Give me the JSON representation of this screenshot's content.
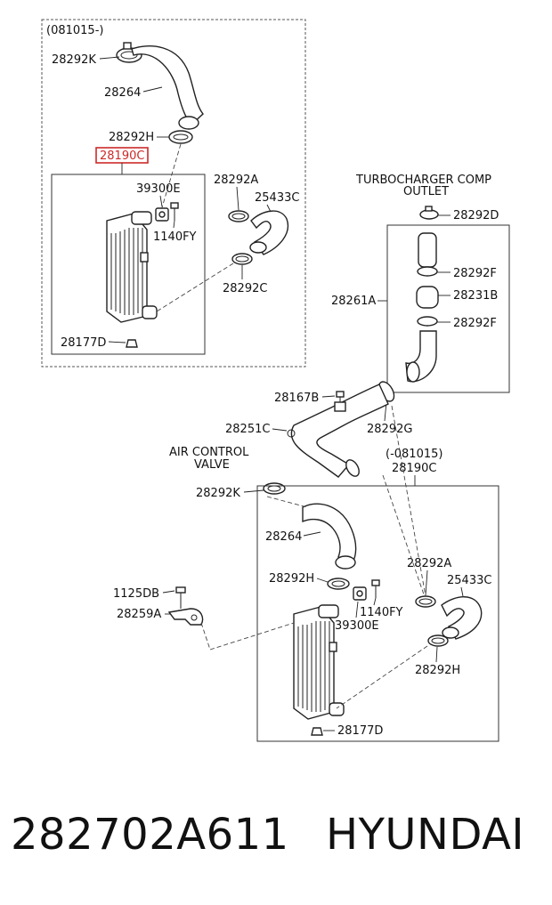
{
  "labels": {
    "range_new": "(081015-)",
    "range_old": "(-081015)",
    "p28292K_a": "28292K",
    "p28264_a": "28264",
    "p28292H_a": "28292H",
    "p28190C_hl": "28190C",
    "p39300E_a": "39300E",
    "p1140FY_a": "1140FY",
    "p28292A_a": "28292A",
    "p25433C_a": "25433C",
    "p28292C": "28292C",
    "p28177D_a": "28177D",
    "turbo_line1": "TURBOCHARGER COMP",
    "turbo_line2": "OUTLET",
    "p28292D": "28292D",
    "p28292F_a": "28292F",
    "p28231B": "28231B",
    "p28292F_b": "28292F",
    "p28261A": "28261A",
    "p28167B": "28167B",
    "p28251C": "28251C",
    "p28292G": "28292G",
    "air_line1": "AIR CONTROL",
    "air_line2": "VALVE",
    "p28292K_b": "28292K",
    "p28190C_b": "28190C",
    "p28264_b": "28264",
    "p28292A_b": "28292A",
    "p25433C_b": "25433C",
    "p1125DB": "1125DB",
    "p28292H_b": "28292H",
    "p1140FY_b": "1140FY",
    "p28259A": "28259A",
    "p39300E_b": "39300E",
    "p28292H_c": "28292H",
    "p28177D_b": "28177D"
  },
  "footer": {
    "part_number": "282702A611",
    "brand": "HYUNDAI"
  },
  "colors": {
    "highlight": "#cc2a2a",
    "ink": "#222222"
  }
}
